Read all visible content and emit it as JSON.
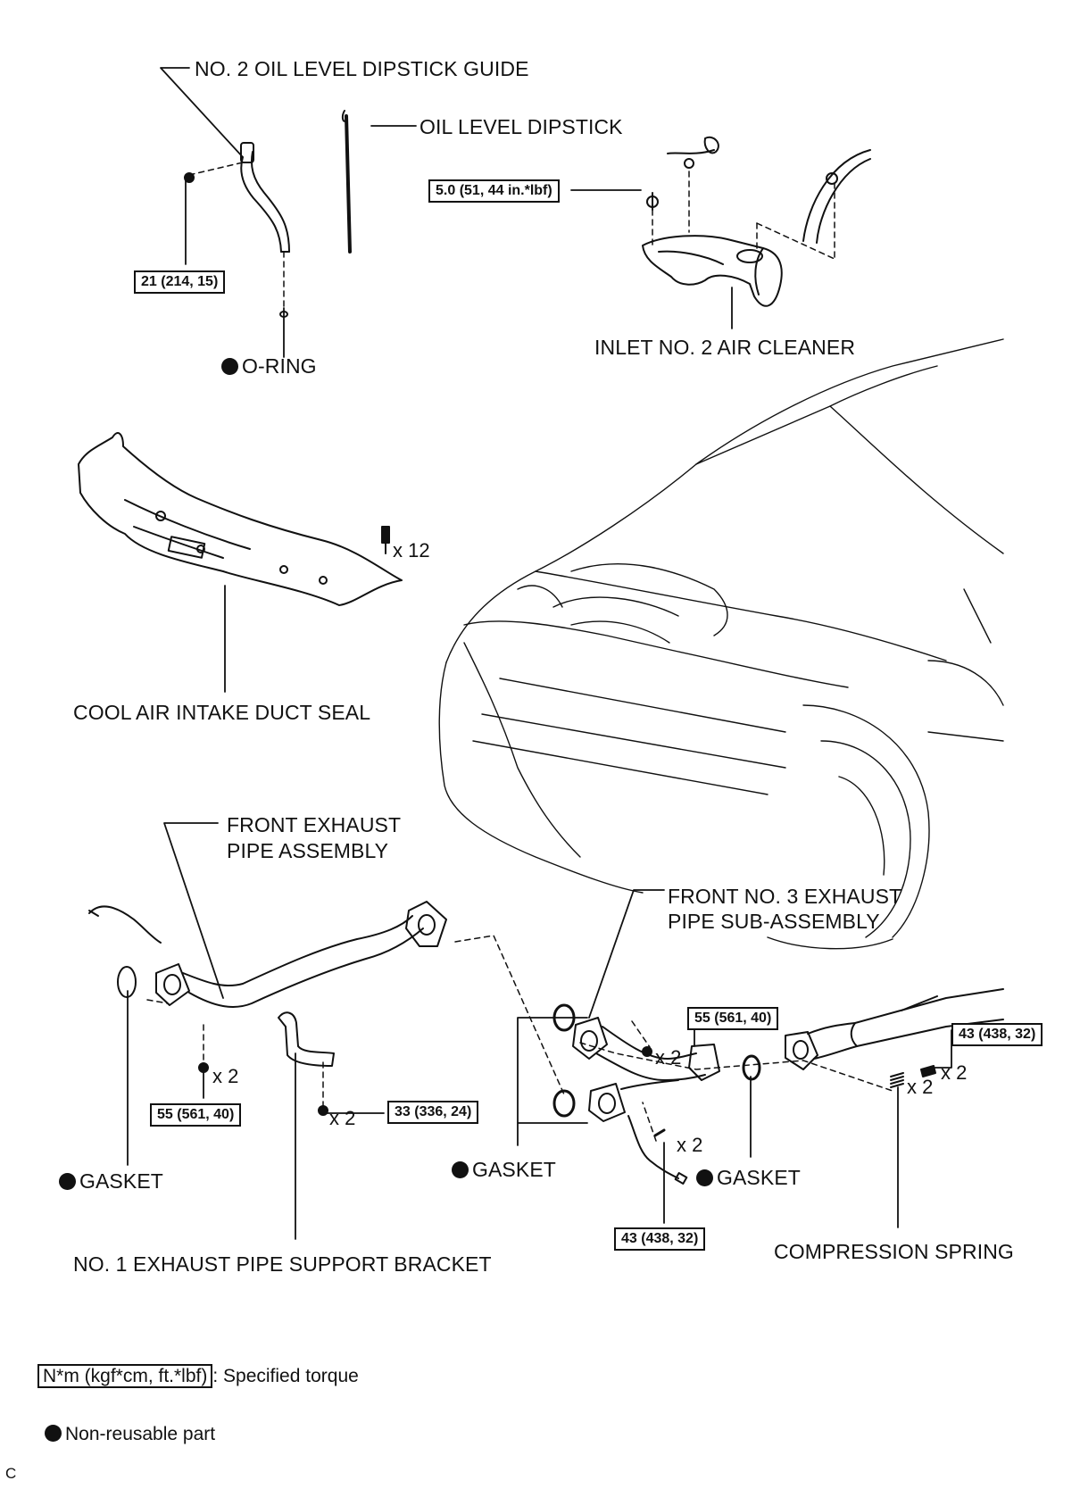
{
  "labels": {
    "dipstick_guide": "NO. 2 OIL LEVEL DIPSTICK GUIDE",
    "dipstick": "OIL LEVEL DIPSTICK",
    "o_ring": "O-RING",
    "inlet_air_cleaner": "INLET NO. 2 AIR CLEANER",
    "duct_seal": "COOL AIR INTAKE DUCT SEAL",
    "front_exhaust_pipe_line1": "FRONT EXHAUST",
    "front_exhaust_pipe_line2": "PIPE ASSEMBLY",
    "front_no3_line1": "FRONT NO. 3 EXHAUST",
    "front_no3_line2": "PIPE SUB-ASSEMBLY",
    "gasket_left": "GASKET",
    "gasket_middle": "GASKET",
    "gasket_right": "GASKET",
    "support_bracket": "NO. 1 EXHAUST PIPE SUPPORT BRACKET",
    "compression_spring": "COMPRESSION SPRING"
  },
  "torques": {
    "dipstick_guide_bolt": "21 (214, 15)",
    "air_cleaner_bolt": "5.0 (51, 44 in.*lbf)",
    "front_pipe_nut": "55 (561, 40)",
    "bracket_nut": "33 (336, 24)",
    "no3_pipe_nut": "55 (561, 40)",
    "sensor_bolt": "43 (438, 32)",
    "spring_bolt": "43 (438, 32)"
  },
  "quantities": {
    "duct_seal_clips": "x 12",
    "front_pipe_nuts": "x 2",
    "bracket_nuts": "x 2",
    "no3_nuts": "x 2",
    "sensor_bolts": "x 2",
    "springs": "x 2",
    "spring_bolts": "x 2"
  },
  "legend": {
    "torque_box": "N*m (kgf*cm, ft.*lbf)",
    "torque_desc": ": Specified torque",
    "nonreusable_desc": "Non-reusable part"
  },
  "corner_mark": "C"
}
